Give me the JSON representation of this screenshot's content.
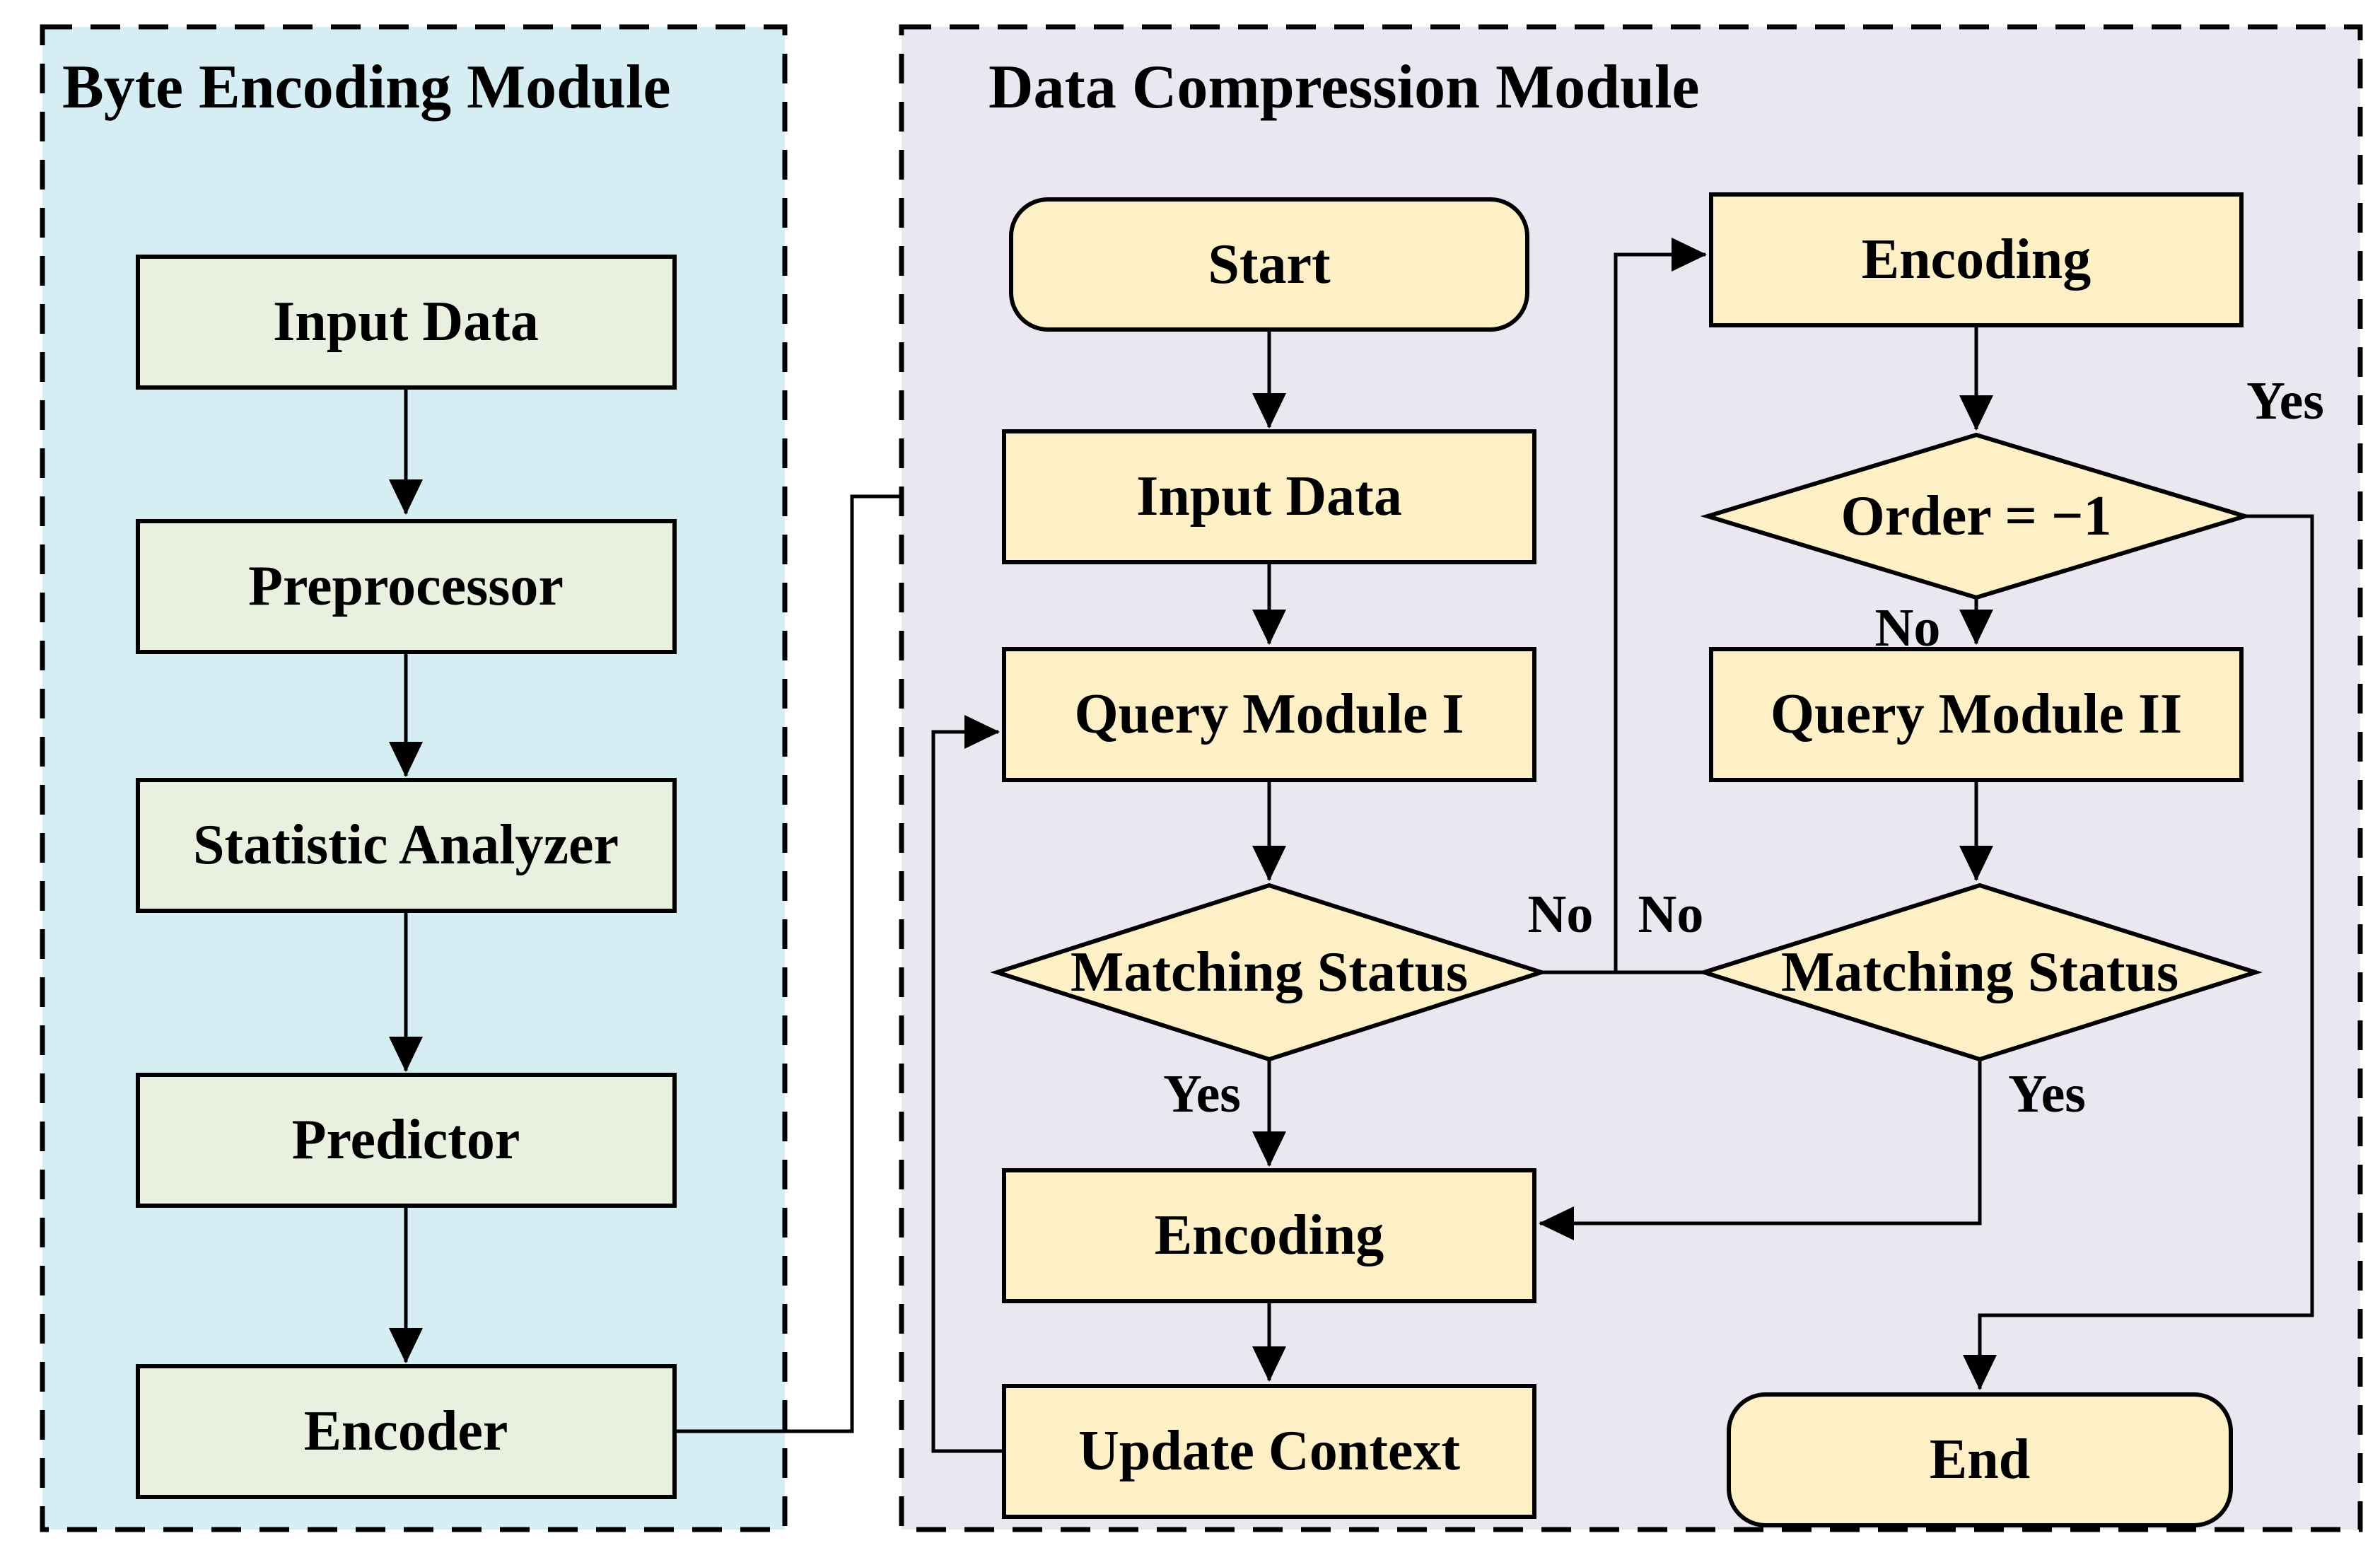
{
  "byte_encoding_module": {
    "title": "Byte Encoding Module",
    "nodes": {
      "input_data": "Input Data",
      "preprocessor": "Preprocessor",
      "statistic_analyzer": "Statistic Analyzer",
      "predictor": "Predictor",
      "encoder": "Encoder"
    }
  },
  "data_compression_module": {
    "title": "Data Compression Module",
    "nodes": {
      "start": "Start",
      "input_data": "Input Data",
      "query_module_i": "Query Module I",
      "matching_status_i": "Matching Status",
      "encoding": "Encoding",
      "update_context": "Update Context",
      "encoding_top": "Encoding",
      "order_check": "Order = −1",
      "query_module_ii": "Query Module II",
      "matching_status_ii": "Matching Status",
      "end": "End"
    },
    "edge_labels": {
      "ms1_yes": "Yes",
      "ms1_no": "No",
      "ms2_no": "No",
      "ms2_yes": "Yes",
      "order_no": "No",
      "order_yes": "Yes"
    }
  },
  "colors": {
    "byte_module_bg": "#d5edf3",
    "byte_module_box": "#e9f0df",
    "compression_module_bg": "#ebe7f1",
    "compression_shape": "#fdf0c6",
    "line": "#000000"
  }
}
